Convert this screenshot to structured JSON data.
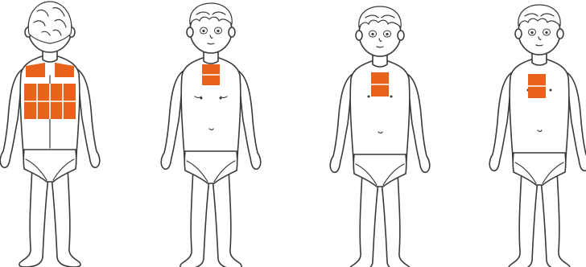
{
  "colors": {
    "patch": "#e8621c",
    "outline": "#3a3a3a",
    "background": "#ffffff"
  },
  "figures": [
    {
      "id": "back-view",
      "view": "back",
      "patches": [
        {
          "zone": "upper-back-left",
          "shape": "trapezoid"
        },
        {
          "zone": "upper-back-right",
          "shape": "trapezoid"
        },
        {
          "zone": "mid-back-grid",
          "rows": 2,
          "columns": 4
        }
      ]
    },
    {
      "id": "front-view-neck",
      "view": "front",
      "patches": [
        {
          "zone": "neck-throat",
          "rows": 2,
          "columns": 1
        }
      ]
    },
    {
      "id": "front-view-upper-chest",
      "view": "front",
      "patches": [
        {
          "zone": "upper-chest-sternum",
          "rows": 2,
          "columns": 1
        }
      ]
    },
    {
      "id": "front-view-lower-chest",
      "view": "front",
      "patches": [
        {
          "zone": "lower-chest-sternum",
          "rows": 2,
          "columns": 1
        }
      ]
    }
  ]
}
